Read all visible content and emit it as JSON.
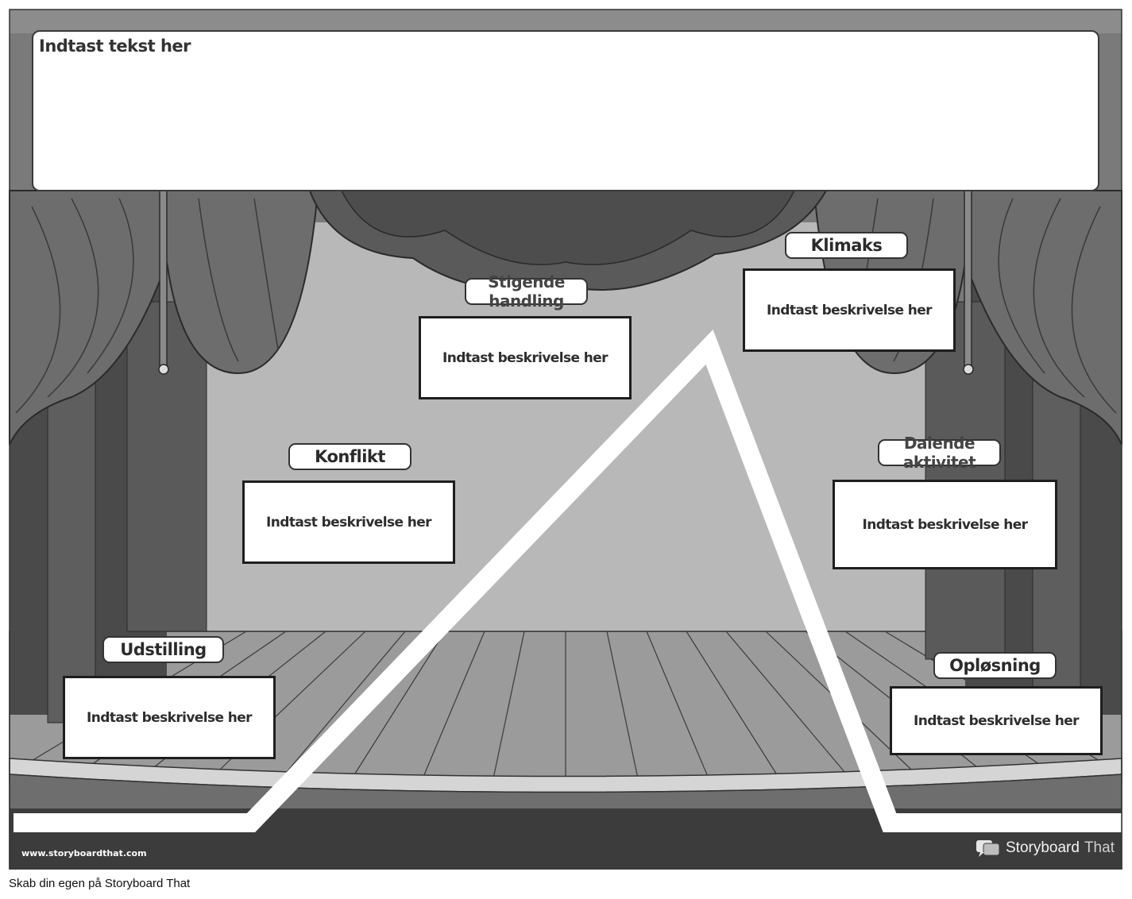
{
  "title_box": {
    "placeholder": "Indtast tekst her"
  },
  "stages": [
    {
      "label": "Udstilling",
      "description": "Indtast beskrivelse her"
    },
    {
      "label": "Konflikt",
      "description": "Indtast beskrivelse her"
    },
    {
      "label": "Stigende\nhandling",
      "description": "Indtast beskrivelse her"
    },
    {
      "label": "Klimaks",
      "description": "Indtast beskrivelse her"
    },
    {
      "label": "Dalende\naktivitet",
      "description": "Indtast beskrivelse her"
    },
    {
      "label": "Opløsning",
      "description": "Indtast beskrivelse her"
    }
  ],
  "footer": {
    "url": "www.storyboardthat.com",
    "brand_part1": "Storyboard",
    "brand_part2": "That",
    "caption": "Skab din egen på Storyboard That"
  },
  "colors": {
    "stage_wall": "#b8b8b8",
    "curtain": "#5f5f5f",
    "floor": "#9a9a9a",
    "base": "#3c3c3c"
  }
}
